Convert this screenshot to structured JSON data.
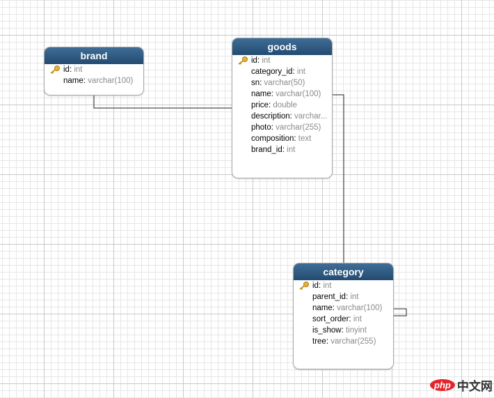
{
  "tables": {
    "brand": {
      "title": "brand",
      "columns": [
        {
          "name": "id",
          "type": "int",
          "pk": true
        },
        {
          "name": "name",
          "type": "varchar(100)"
        }
      ]
    },
    "goods": {
      "title": "goods",
      "columns": [
        {
          "name": "id",
          "type": "int",
          "pk": true
        },
        {
          "name": "category_id",
          "type": "int"
        },
        {
          "name": "sn",
          "type": "varchar(50)"
        },
        {
          "name": "name",
          "type": "varchar(100)"
        },
        {
          "name": "price",
          "type": "double"
        },
        {
          "name": "description",
          "type": "varchar..."
        },
        {
          "name": "photo",
          "type": "varchar(255)"
        },
        {
          "name": "composition",
          "type": "text"
        },
        {
          "name": "brand_id",
          "type": "int"
        }
      ]
    },
    "category": {
      "title": "category",
      "columns": [
        {
          "name": "id",
          "type": "int",
          "pk": true
        },
        {
          "name": "parent_id",
          "type": "int"
        },
        {
          "name": "name",
          "type": "varchar(100)"
        },
        {
          "name": "sort_order",
          "type": "int"
        },
        {
          "name": "is_show",
          "type": "tinyint"
        },
        {
          "name": "tree",
          "type": "varchar(255)"
        }
      ]
    }
  },
  "watermark": {
    "badge": "php",
    "text": "中文网"
  }
}
